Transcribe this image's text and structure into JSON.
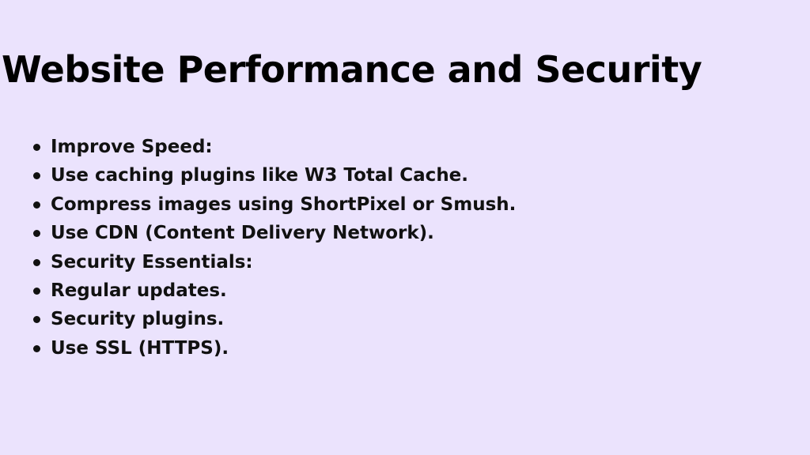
{
  "slide": {
    "title": "Website Performance and Security",
    "background_color": "#ebe3fd",
    "bullets": [
      "Improve Speed:",
      "Use caching plugins like W3 Total Cache.",
      "Compress images using ShortPixel or Smush.",
      "Use CDN (Content Delivery Network).",
      "Security Essentials:",
      "Regular updates.",
      "Security plugins.",
      "Use SSL (HTTPS)."
    ]
  }
}
